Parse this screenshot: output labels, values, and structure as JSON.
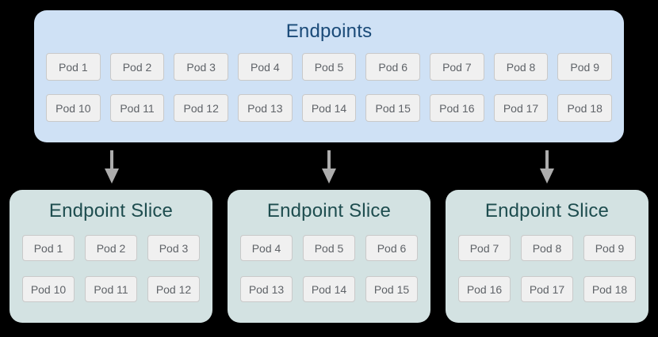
{
  "colors": {
    "canvas_bg": "#000000",
    "endpoints_bg": "#cfe1f5",
    "endpoints_title": "#1a4a78",
    "slice_bg": "#d3e2e2",
    "slice_title": "#1e4d4f",
    "pod_bg": "#f0f0f0",
    "pod_border": "#c9c9c9",
    "pod_text": "#5f6368",
    "arrow": "#adadad"
  },
  "endpoints_box": {
    "title": "Endpoints",
    "rows": [
      [
        "Pod 1",
        "Pod 2",
        "Pod 3",
        "Pod 4",
        "Pod 5",
        "Pod 6",
        "Pod 7",
        "Pod 8",
        "Pod 9"
      ],
      [
        "Pod 10",
        "Pod 11",
        "Pod 12",
        "Pod 13",
        "Pod 14",
        "Pod 15",
        "Pod 16",
        "Pod 17",
        "Pod 18"
      ]
    ]
  },
  "slices": [
    {
      "title": "Endpoint Slice",
      "rows": [
        [
          "Pod 1",
          "Pod 2",
          "Pod 3"
        ],
        [
          "Pod 10",
          "Pod 11",
          "Pod 12"
        ]
      ]
    },
    {
      "title": "Endpoint Slice",
      "rows": [
        [
          "Pod 4",
          "Pod 5",
          "Pod 6"
        ],
        [
          "Pod 13",
          "Pod 14",
          "Pod 15"
        ]
      ]
    },
    {
      "title": "Endpoint Slice",
      "rows": [
        [
          "Pod 7",
          "Pod 8",
          "Pod 9"
        ],
        [
          "Pod 16",
          "Pod 17",
          "Pod 18"
        ]
      ]
    }
  ]
}
